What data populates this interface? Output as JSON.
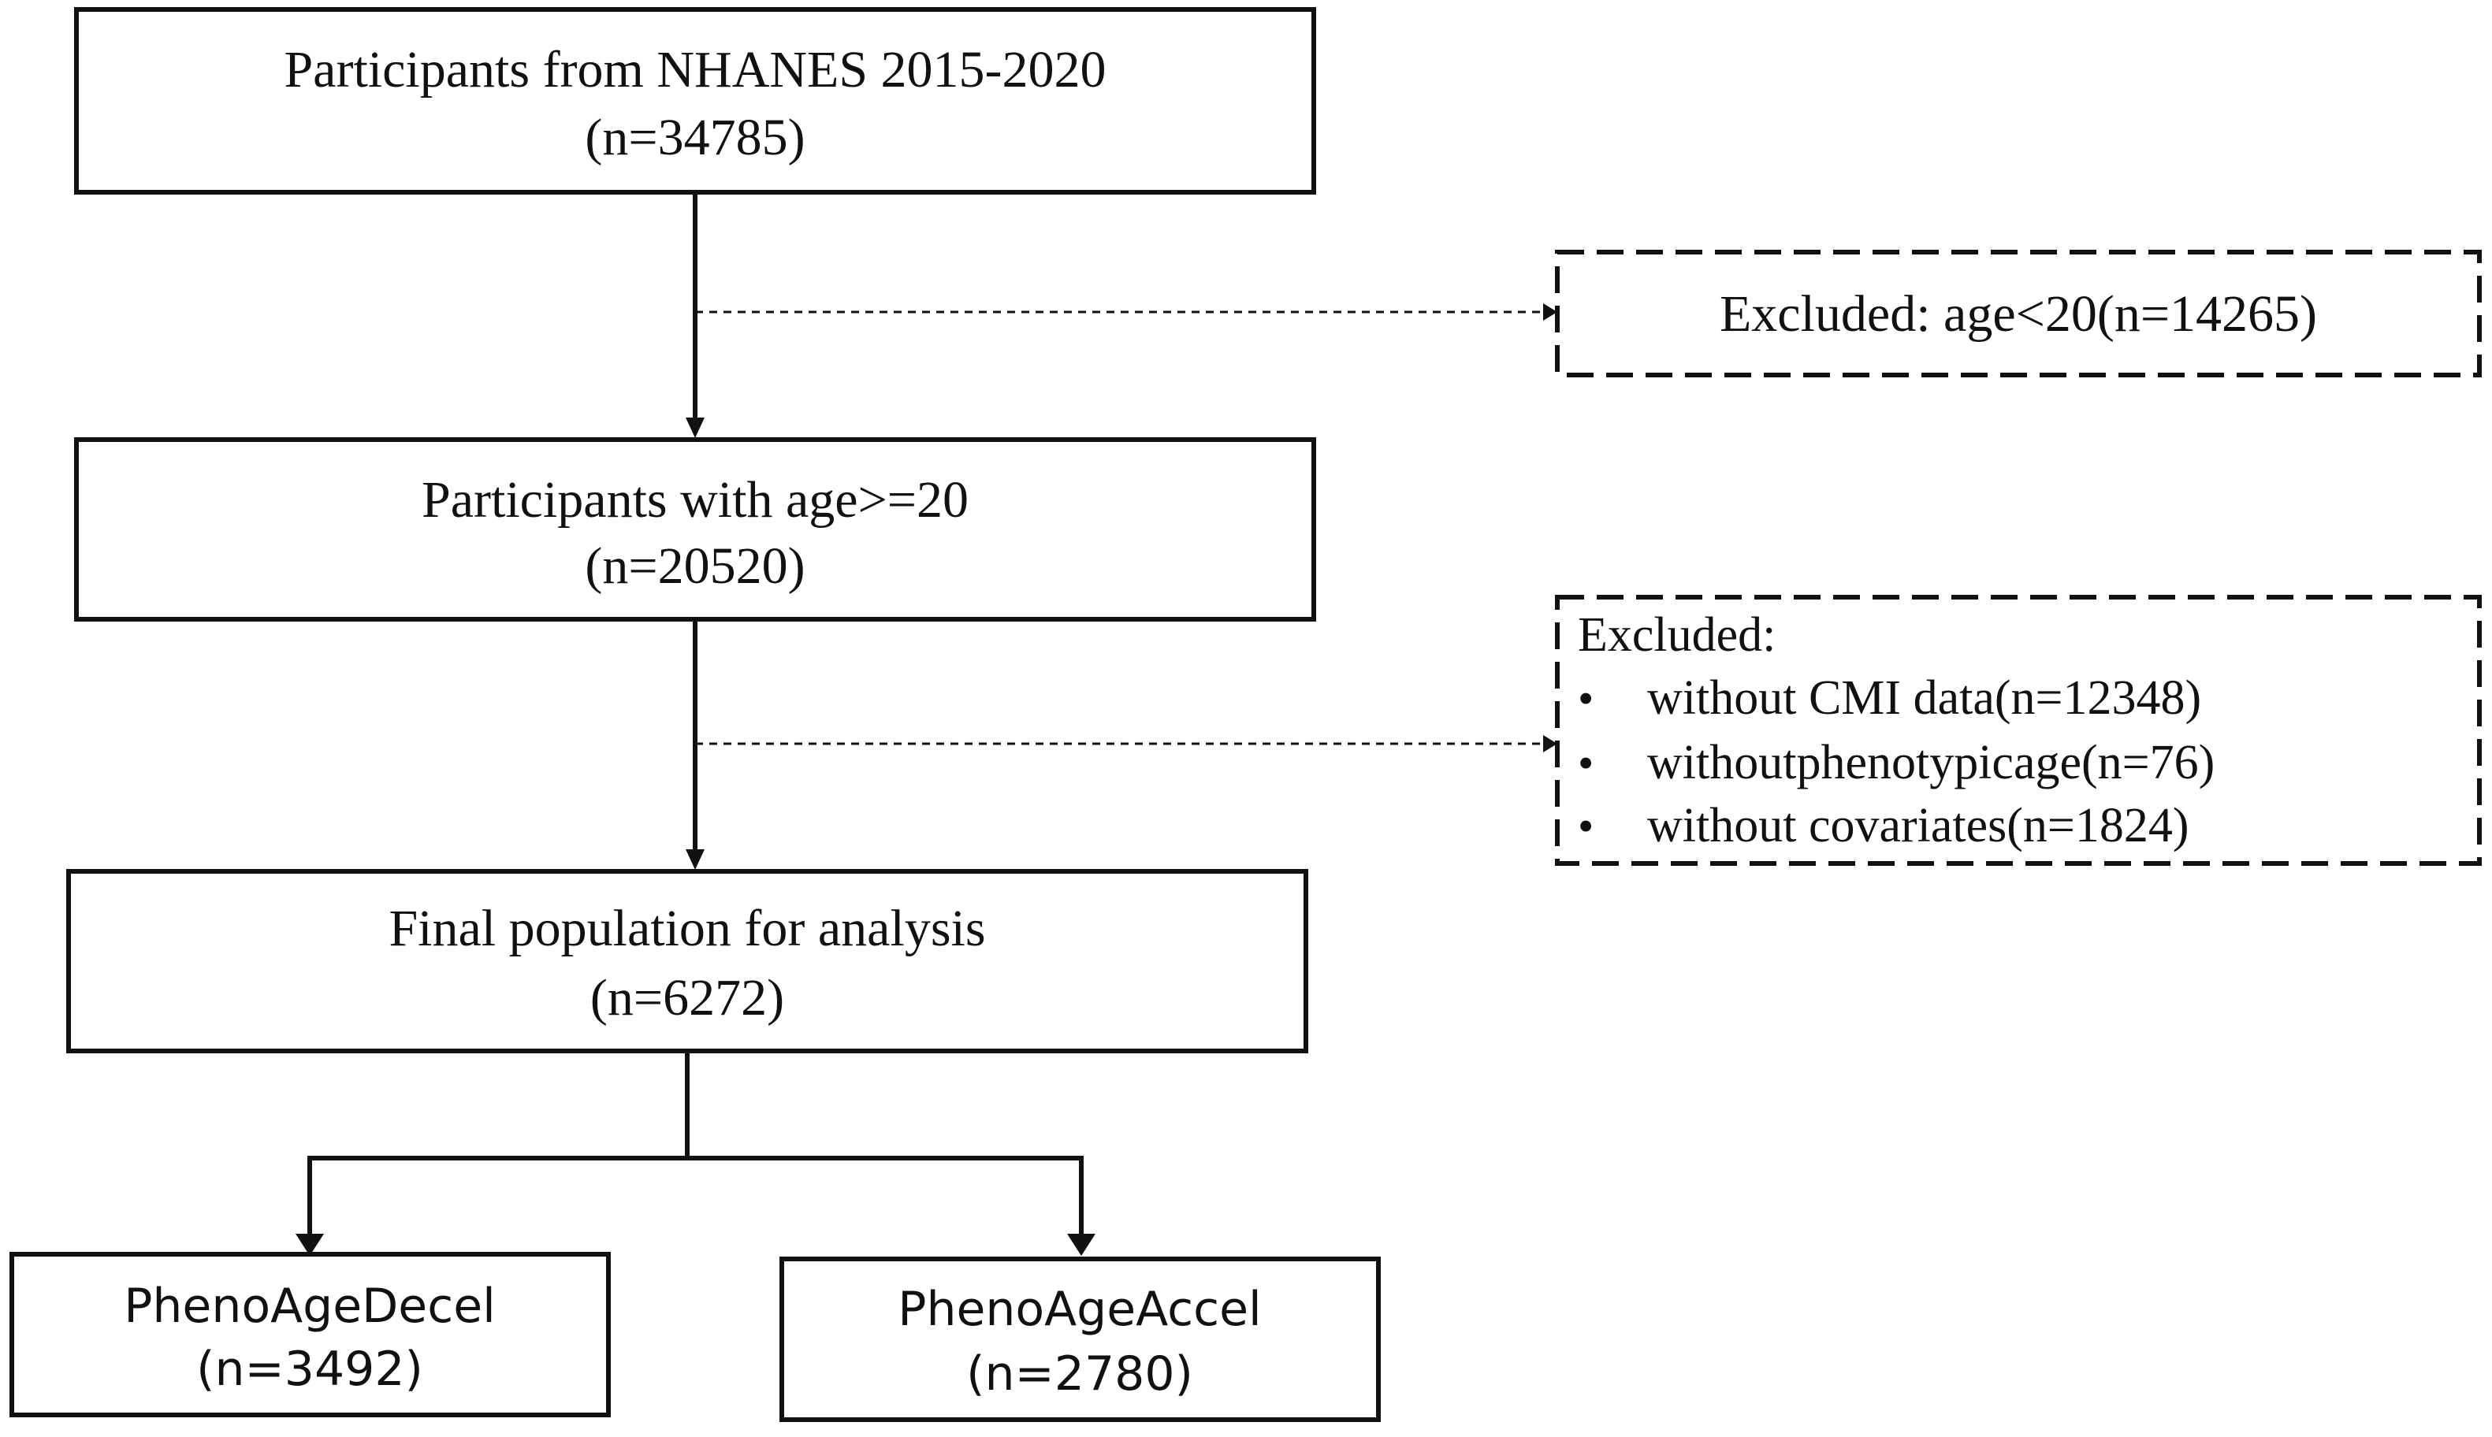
{
  "boxes": {
    "participants": {
      "line1": "Participants from NHANES 2015-2020",
      "line2": "(n=34785)"
    },
    "age_filtered": {
      "line1": "Participants with age>=20",
      "line2": "(n=20520)"
    },
    "final": {
      "line1": "Final population for analysis",
      "line2": "(n=6272)"
    },
    "decel": {
      "line1": "PhenoAgeDecel",
      "line2": "(n=3492)"
    },
    "accel": {
      "line1": "PhenoAgeAccel",
      "line2": "(n=2780)"
    }
  },
  "exclusions": {
    "first": {
      "text": "Excluded: age<20(n=14265)"
    },
    "second": {
      "title": "Excluded:",
      "bullet": "•",
      "items": [
        "without CMI data(n=12348)",
        "withoutphenotypicage(n=76)",
        "without covariates(n=1824)"
      ]
    }
  }
}
